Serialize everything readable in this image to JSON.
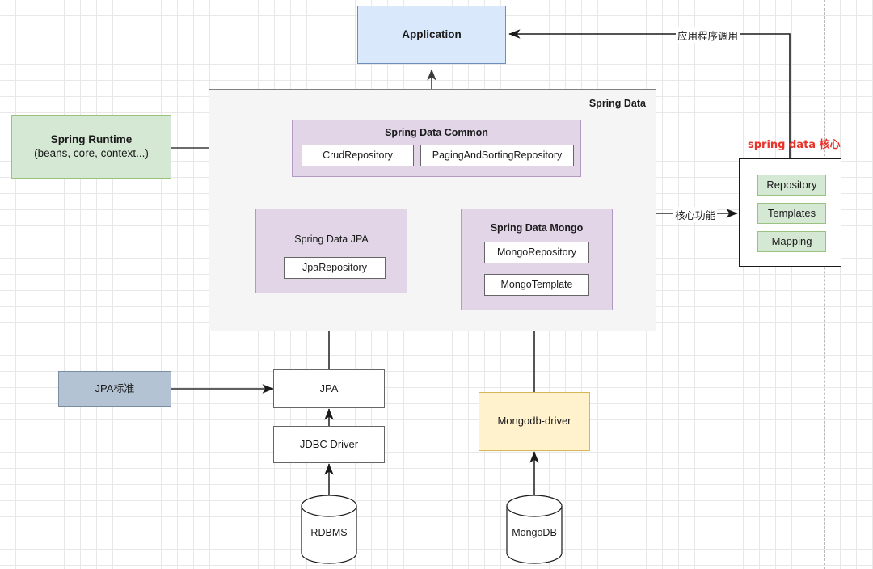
{
  "diagram": {
    "title": "Spring Data architecture diagram",
    "colors": {
      "application_fill": "#dae8fc",
      "application_stroke": "#6c8ebf",
      "runtime_fill": "#d5e8d4",
      "runtime_stroke": "#9ac27f",
      "module_fill": "#e1d5e7",
      "module_stroke": "#b39ac4",
      "container_fill": "#f5f5f5",
      "container_stroke": "#808080",
      "greyblue_fill": "#b3c3d3",
      "greyblue_stroke": "#7b8ea1",
      "yellow_fill": "#fff2cc",
      "yellow_stroke": "#d6b656",
      "core_title_color": "#e8342a",
      "edge_color": "#3a3a3a",
      "grid_color": "#e8e8e8"
    },
    "nodes": {
      "application": {
        "label": "Application"
      },
      "spring_runtime": {
        "line1": "Spring Runtime",
        "line2": "(beans, core, context...)"
      },
      "spring_data_container": {
        "label": "Spring Data"
      },
      "spring_data_common": {
        "label": "Spring Data Common",
        "chips": [
          "CrudRepository",
          "PagingAndSortingRepository"
        ]
      },
      "spring_data_jpa": {
        "label": "Spring Data JPA",
        "chips": [
          "JpaRepository"
        ]
      },
      "spring_data_mongo": {
        "label": "Spring Data Mongo",
        "chips": [
          "MongoRepository",
          "MongoTemplate"
        ]
      },
      "jpa_standard": {
        "label": "JPA标准"
      },
      "jpa": {
        "label": "JPA"
      },
      "jdbc_driver": {
        "label": "JDBC Driver"
      },
      "mongodb_driver": {
        "label": "Mongodb-driver"
      },
      "rdbms": {
        "label": "RDBMS"
      },
      "mongodb": {
        "label": "MongoDB"
      },
      "core_panel": {
        "title": "spring data 核心",
        "items": [
          "Repository",
          "Templates",
          "Mapping"
        ]
      }
    },
    "edge_labels": {
      "app_invoke": "应用程序调用",
      "core_feature": "核心功能"
    }
  }
}
